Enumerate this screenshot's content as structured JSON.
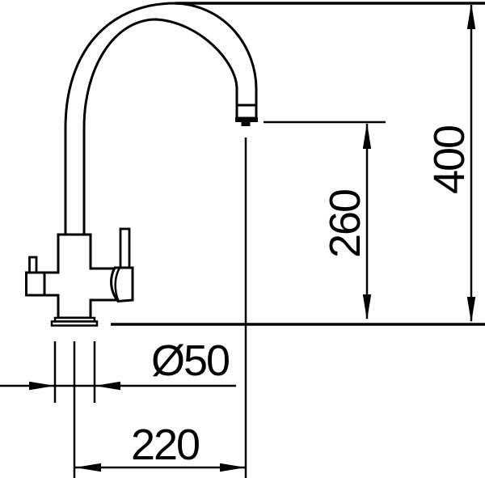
{
  "page": {
    "background_color": "#ffffff",
    "line_color": "#000000",
    "description": "Technical line drawing of a kitchen mixer tap (gooseneck spout, two side handles) with dimension lines"
  },
  "dimensions": {
    "overall_height": {
      "label": "400"
    },
    "outlet_height": {
      "label": "260"
    },
    "base_diameter": {
      "label": "Ø50"
    },
    "spout_reach": {
      "label": "220"
    }
  }
}
